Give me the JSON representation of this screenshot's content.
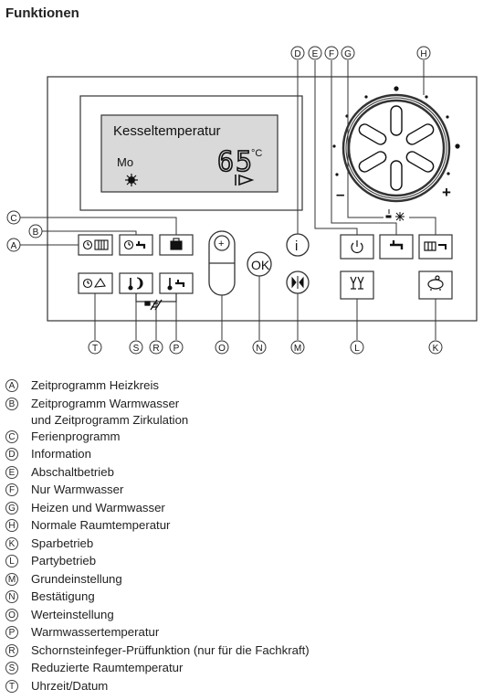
{
  "title": "Funktionen",
  "display": {
    "header": "Kesseltemperatur",
    "day": "Mo",
    "temperature": "65",
    "unit": "°C"
  },
  "dial": {
    "minus": "–",
    "plus": "+"
  },
  "buttons": {
    "ok": "OK",
    "info": "i",
    "plus_top": "+"
  },
  "callouts": [
    "A",
    "B",
    "C",
    "D",
    "E",
    "F",
    "G",
    "H",
    "K",
    "L",
    "M",
    "N",
    "O",
    "P",
    "R",
    "S",
    "T"
  ],
  "legend": [
    {
      "letter": "A",
      "text": "Zeitprogramm Heizkreis"
    },
    {
      "letter": "B",
      "text": "Zeitprogramm Warmwasser",
      "text2": "und Zeitprogramm Zirkulation"
    },
    {
      "letter": "C",
      "text": "Ferienprogramm"
    },
    {
      "letter": "D",
      "text": "Information"
    },
    {
      "letter": "E",
      "text": "Abschaltbetrieb"
    },
    {
      "letter": "F",
      "text": "Nur Warmwasser"
    },
    {
      "letter": "G",
      "text": "Heizen und Warmwasser"
    },
    {
      "letter": "H",
      "text": "Normale Raumtemperatur"
    },
    {
      "letter": "K",
      "text": "Sparbetrieb"
    },
    {
      "letter": "L",
      "text": "Partybetrieb"
    },
    {
      "letter": "M",
      "text": "Grundeinstellung"
    },
    {
      "letter": "N",
      "text": "Bestätigung"
    },
    {
      "letter": "O",
      "text": "Werteinstellung"
    },
    {
      "letter": "P",
      "text": "Warmwassertemperatur"
    },
    {
      "letter": "R",
      "text": "Schornsteinfeger-Prüffunktion (nur für die Fachkraft)"
    },
    {
      "letter": "S",
      "text": "Reduzierte Raumtemperatur"
    },
    {
      "letter": "T",
      "text": "Uhrzeit/Datum"
    }
  ]
}
